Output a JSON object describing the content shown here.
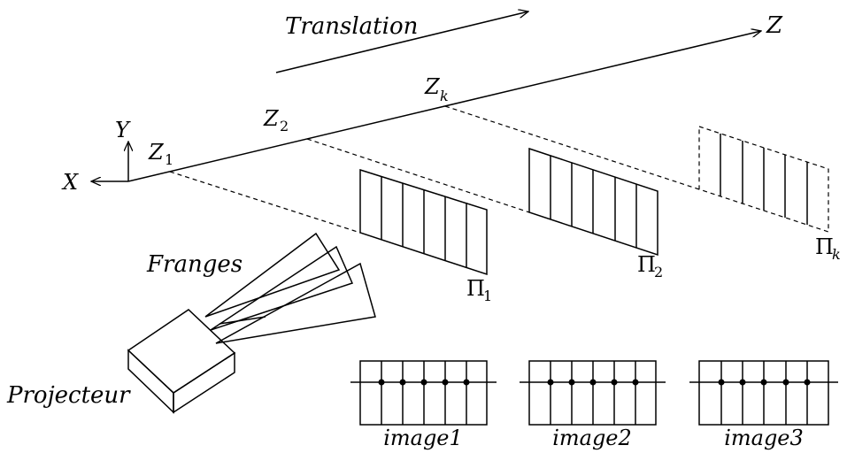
{
  "labels": {
    "translation": "Translation",
    "axis_z": "Z",
    "axis_y": "Y",
    "axis_x": "X",
    "z1": "Z",
    "z1_sub": "1",
    "z2": "Z",
    "z2_sub": "2",
    "zk": "Z",
    "zk_sub": "k",
    "pi1": "Π",
    "pi1_sub": "1",
    "pi2": "Π",
    "pi2_sub": "2",
    "pik": "Π",
    "pik_sub": "k",
    "franges": "Franges",
    "projecteur": "Projecteur"
  },
  "images": [
    {
      "label": "image1"
    },
    {
      "label": "image2"
    },
    {
      "label": "image3"
    }
  ]
}
